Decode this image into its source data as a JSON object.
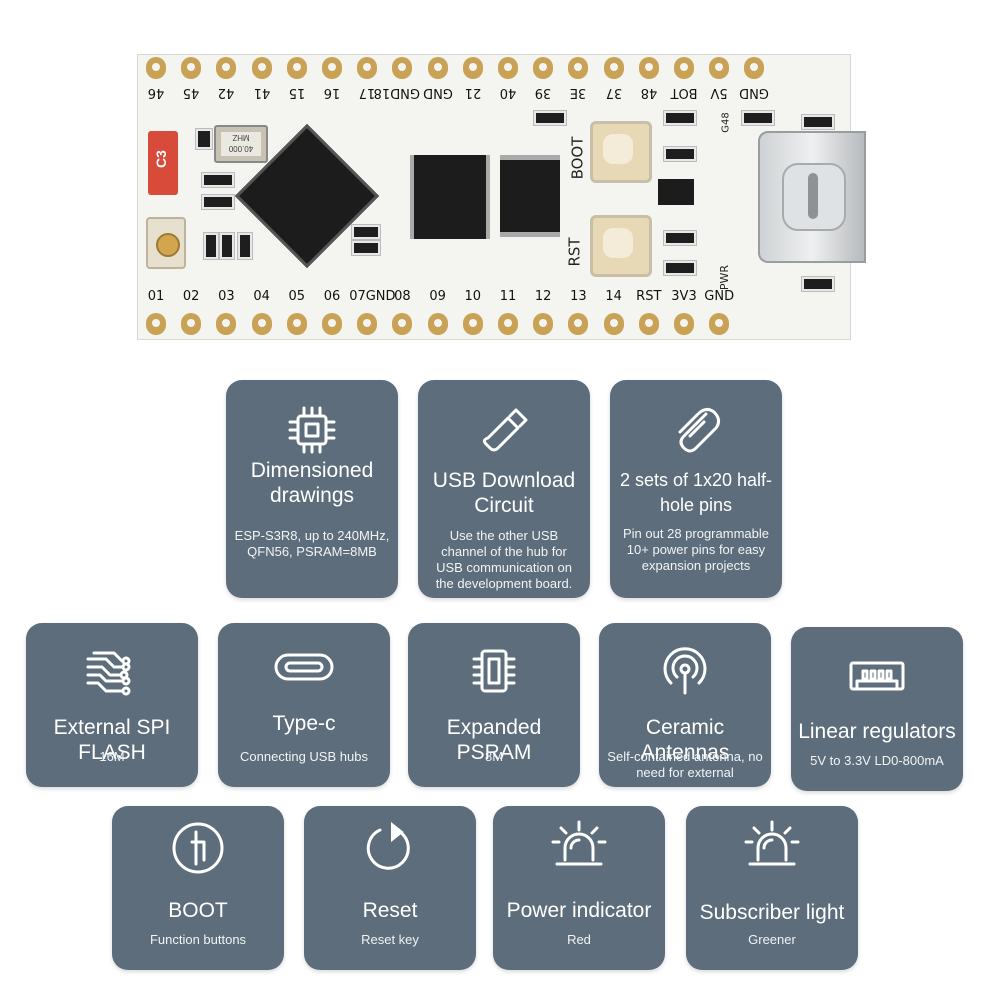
{
  "board": {
    "top_pins": [
      "46",
      "45",
      "42",
      "41",
      "15",
      "16",
      "17",
      "GND18",
      "GND",
      "21",
      "40",
      "39",
      "3E",
      "37",
      "48",
      "BOT",
      "5V",
      "GND"
    ],
    "bottom_pins": [
      "01",
      "02",
      "03",
      "04",
      "05",
      "06",
      "07GND",
      "08",
      "09",
      "10",
      "11",
      "12",
      "13",
      "14",
      "RST",
      "3V3",
      "GND"
    ],
    "crystal_text": "40.000",
    "crystal_sub": "MHZ",
    "antenna_label": "C3",
    "boot_label": "BOOT",
    "rst_label": "RST",
    "pwr_label": "PWR",
    "g48_label": "G48"
  },
  "features": [
    {
      "title": "Dimensioned drawings",
      "desc": "ESP-S3R8, up to 240MHz, QFN56, PSRAM=8MB",
      "icon": "chip-icon"
    },
    {
      "title": "USB Download Circuit",
      "desc": "Use the other USB channel of the hub for USB communication on the development board.",
      "icon": "usb-drive-icon"
    },
    {
      "title": "2 sets of 1x20 half-hole pins",
      "desc": "Pin out 28 programmable 10+ power pins for easy expansion projects",
      "icon": "paperclip-icon"
    },
    {
      "title": "External SPI FLASH",
      "desc": "16M",
      "icon": "circuit-icon"
    },
    {
      "title": "Type-c",
      "desc": "Connecting USB hubs",
      "icon": "type-c-port-icon"
    },
    {
      "title": "Expanded PSRAM",
      "desc": "8M",
      "icon": "memory-chip-icon"
    },
    {
      "title": "Ceramic Antennas",
      "desc": "Self-contained antenna, no need for external",
      "icon": "antenna-icon"
    },
    {
      "title": "Linear regulators",
      "desc": "5V to 3.3V LD0-800mA",
      "icon": "regulator-icon"
    },
    {
      "title": "BOOT",
      "desc": "Function buttons",
      "icon": "boot-button-icon"
    },
    {
      "title": "Reset",
      "desc": "Reset key",
      "icon": "reset-icon"
    },
    {
      "title": "Power indicator",
      "desc": "Red",
      "icon": "siren-light-icon"
    },
    {
      "title": "Subscriber light",
      "desc": "Greener",
      "icon": "siren-light-icon"
    }
  ],
  "colors": {
    "card": "#5d6d7b",
    "pad": "#c9a256",
    "board": "#f4f4f1"
  }
}
